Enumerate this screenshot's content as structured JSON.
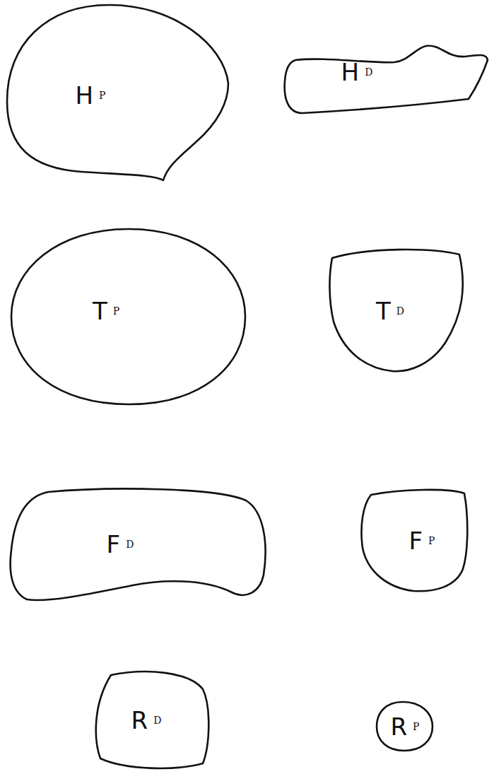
{
  "diagram": {
    "nodes": [
      {
        "text": [
          "H",
          "P"
        ]
      },
      {
        "text": [
          "H",
          "D"
        ]
      },
      {
        "text": [
          "T",
          "P"
        ]
      },
      {
        "text": [
          "T",
          "D"
        ]
      },
      {
        "text": [
          "F",
          "D"
        ]
      },
      {
        "text": [
          "F",
          "P"
        ]
      },
      {
        "text": [
          "R",
          "D"
        ]
      },
      {
        "text": [
          "R",
          "P"
        ]
      }
    ]
  }
}
